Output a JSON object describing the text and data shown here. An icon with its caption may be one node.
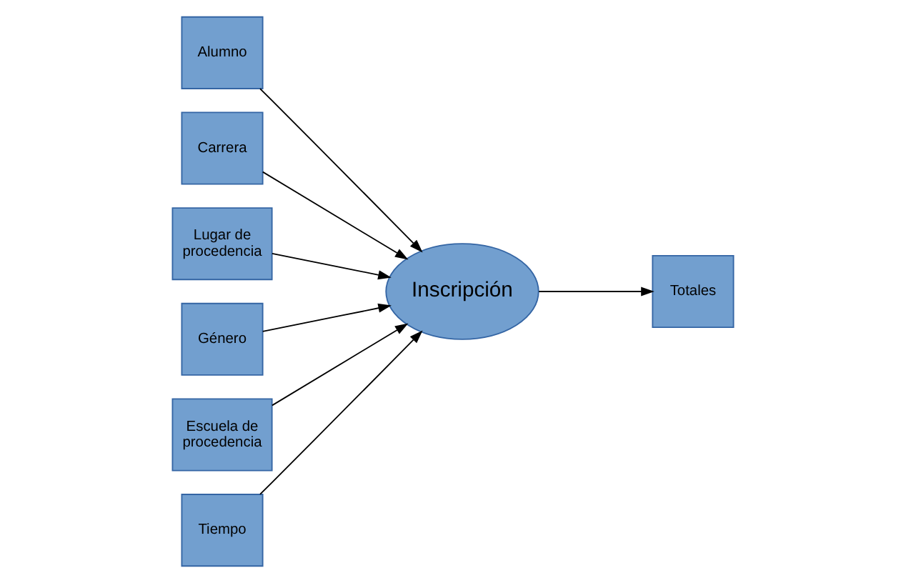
{
  "diagram": {
    "nodes": [
      {
        "text": [
          "Alumno"
        ]
      },
      {
        "text": [
          "Carrera"
        ]
      },
      {
        "text": [
          "Lugar de procedencia"
        ]
      },
      {
        "text": [
          "Inscripción"
        ]
      },
      {
        "text": [
          "Totales"
        ]
      },
      {
        "text": [
          "Género"
        ]
      },
      {
        "text": [
          "Escuela de procedencia"
        ]
      },
      {
        "text": [
          "Tiempo"
        ]
      }
    ],
    "edges": [
      {
        "from": 0,
        "to": 3,
        "arrow": "to"
      },
      {
        "from": 1,
        "to": 3,
        "arrow": "to"
      },
      {
        "from": 2,
        "to": 3,
        "arrow": "to"
      },
      {
        "from": 5,
        "to": 3,
        "arrow": "to"
      },
      {
        "from": 6,
        "to": 3,
        "arrow": "to"
      },
      {
        "from": 7,
        "to": 3,
        "arrow": "to"
      },
      {
        "from": 3,
        "to": 4,
        "arrow": "to"
      }
    ]
  }
}
